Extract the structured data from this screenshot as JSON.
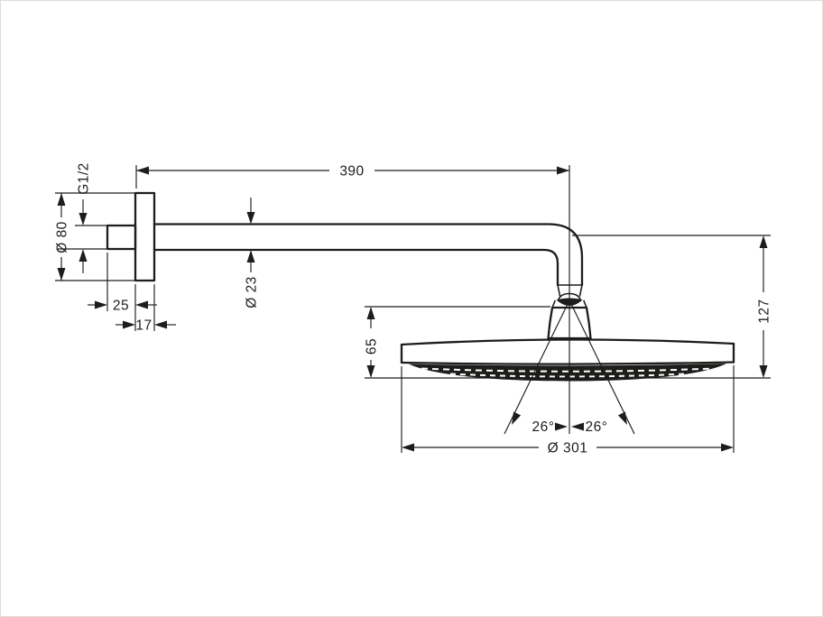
{
  "drawing": {
    "type": "technical-dimension-drawing",
    "subject": "overhead shower with wall-mounted shower arm, side elevation",
    "labels": {
      "arm_length": "390",
      "thread_size": "G1/2",
      "flange_diameter": "Ø 80",
      "arm_diameter": "Ø 23",
      "thread_depth": "25",
      "flange_thickness": "17",
      "head_height": "65",
      "overall_drop": "127",
      "spray_angle_left": "26°",
      "spray_angle_right": "26°",
      "head_diameter": "Ø 301"
    },
    "colors": {
      "line": "#1d1d1b",
      "background": "#ffffff",
      "frame": "#dcdcdc"
    }
  }
}
